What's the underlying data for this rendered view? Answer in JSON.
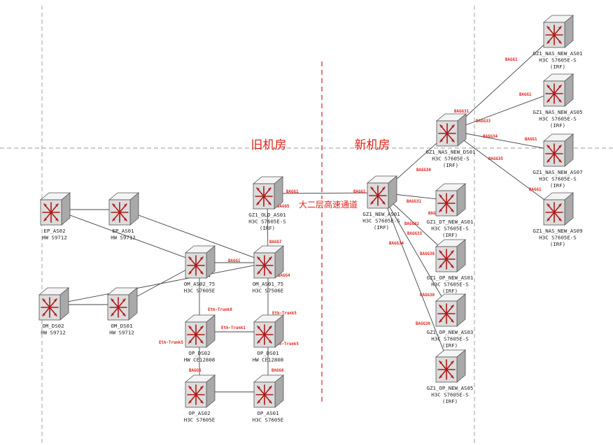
{
  "colors": {
    "accent": "#e0201a",
    "link": "#444444",
    "switch_body": "#dcdcdc",
    "arrow": "#b01818"
  },
  "icons": {
    "switch": "network-switch-icon"
  },
  "rooms": {
    "old": "旧机房",
    "new": "新机房",
    "corridor": "大二层高速通道"
  },
  "nodes": [
    {
      "id": "gz1_nas_new_as01",
      "icon": "network-switch-icon",
      "label": [
        "GZ1_NAS_NEW_AS01",
        "H3C S7605E-S",
        "(IRF)"
      ]
    },
    {
      "id": "gz1_nas_new_as05",
      "icon": "network-switch-icon",
      "label": [
        "GZ1_NAS_NEW_AS05",
        "H3C S7605E-S",
        "(IRF)"
      ]
    },
    {
      "id": "gz1_nas_new_ds01",
      "icon": "network-switch-icon",
      "label": [
        "GZ1_NAS_NEW_DS01",
        "H3C S7605E-S",
        "(IRF)"
      ]
    },
    {
      "id": "gz1_nas_new_as07",
      "icon": "network-switch-icon",
      "label": [
        "GZ1_NAS_NEW_AS07",
        "H3C S7605E-S",
        "(IRF)"
      ]
    },
    {
      "id": "gz1_nas_new_as09",
      "icon": "network-switch-icon",
      "label": [
        "GZ1_NAS_NEW_AS09",
        "H3C S7605E-S",
        "(IRF)"
      ]
    },
    {
      "id": "gz1_old_as01",
      "icon": "network-switch-icon",
      "label": [
        "GZ1_OLD_AS01",
        "H3C S7605E-S",
        "(IRF)"
      ]
    },
    {
      "id": "gz1_new_as01",
      "icon": "network-switch-icon",
      "label": [
        "GZ1_NEW_AS01",
        "H3C S7605E-S",
        "(IRF)"
      ]
    },
    {
      "id": "gz1_dt_new_as01",
      "icon": "network-switch-icon",
      "label": [
        "GZ1_DT_NEW_AS01",
        "H3C S7605E-S",
        "(IRF)"
      ]
    },
    {
      "id": "gz1_op_new_as01",
      "icon": "network-switch-icon",
      "label": [
        "GZ1_OP_NEW_AS01",
        "H3C S7605E-S",
        "(IRF)"
      ]
    },
    {
      "id": "gz1_op_new_as03",
      "icon": "network-switch-icon",
      "label": [
        "GZ1_OP_NEW_AS03",
        "H3C S7605E-S",
        "(IRF)"
      ]
    },
    {
      "id": "gz1_op_new_as05",
      "icon": "network-switch-icon",
      "label": [
        "GZ1_OP_NEW_AS05",
        "H3C S7605E-S",
        "(IRF)"
      ]
    },
    {
      "id": "ep_as02",
      "icon": "network-switch-icon",
      "label": [
        "EP_AS02",
        "HW S9712"
      ]
    },
    {
      "id": "ep_as01",
      "icon": "network-switch-icon",
      "label": [
        "EP_AS01",
        "HW S9712"
      ]
    },
    {
      "id": "om_as02_75",
      "icon": "network-switch-icon",
      "label": [
        "OM_AS02_75",
        "H3C S7605E"
      ]
    },
    {
      "id": "om_as01_75",
      "icon": "network-switch-icon",
      "label": [
        "OM_AS01_75",
        "H3C S7506E"
      ]
    },
    {
      "id": "om_ds02",
      "icon": "network-switch-icon",
      "label": [
        "OM_DS02",
        "HW S9712"
      ]
    },
    {
      "id": "om_ds01",
      "icon": "network-switch-icon",
      "label": [
        "OM_DS01",
        "HW S9712"
      ]
    },
    {
      "id": "op_ds02",
      "icon": "network-switch-icon",
      "label": [
        "OP_DS02",
        "HW CE12808"
      ]
    },
    {
      "id": "op_ds01",
      "icon": "network-switch-icon",
      "label": [
        "OP_DS01",
        "HW CE12808"
      ]
    },
    {
      "id": "op_as02",
      "icon": "network-switch-icon",
      "label": [
        "OP_AS02",
        "H3C S7605E"
      ]
    },
    {
      "id": "op_as01",
      "icon": "network-switch-icon",
      "label": [
        "OP_AS01",
        "H3C S7605E"
      ]
    }
  ],
  "links": [
    {
      "from": "gz1_nas_new_ds01",
      "to": "gz1_nas_new_as01"
    },
    {
      "from": "gz1_nas_new_ds01",
      "to": "gz1_nas_new_as05"
    },
    {
      "from": "gz1_nas_new_ds01",
      "to": "gz1_nas_new_as07"
    },
    {
      "from": "gz1_nas_new_ds01",
      "to": "gz1_nas_new_as09"
    },
    {
      "from": "gz1_new_as01",
      "to": "gz1_nas_new_ds01"
    },
    {
      "from": "gz1_old_as01",
      "to": "gz1_new_as01"
    },
    {
      "from": "gz1_new_as01",
      "to": "gz1_dt_new_as01"
    },
    {
      "from": "gz1_new_as01",
      "to": "gz1_op_new_as01"
    },
    {
      "from": "gz1_new_as01",
      "to": "gz1_op_new_as03"
    },
    {
      "from": "gz1_new_as01",
      "to": "gz1_op_new_as05"
    },
    {
      "from": "ep_as02",
      "to": "ep_as01"
    },
    {
      "from": "ep_as02",
      "to": "om_as02_75"
    },
    {
      "from": "ep_as01",
      "to": "om_as01_75"
    },
    {
      "from": "om_as02_75",
      "to": "om_as01_75"
    },
    {
      "from": "gz1_old_as01",
      "to": "om_as01_75"
    },
    {
      "from": "om_ds02",
      "to": "om_ds01"
    },
    {
      "from": "om_ds02",
      "to": "om_as01_75"
    },
    {
      "from": "om_ds01",
      "to": "om_as02_75"
    },
    {
      "from": "om_as02_75",
      "to": "op_ds02"
    },
    {
      "from": "om_as01_75",
      "to": "op_ds01"
    },
    {
      "from": "op_ds02",
      "to": "op_ds01"
    },
    {
      "from": "op_ds02",
      "to": "op_as02"
    },
    {
      "from": "op_ds01",
      "to": "op_as01"
    },
    {
      "from": "op_as02",
      "to": "op_as01"
    }
  ],
  "link_labels": [
    "BAGG1",
    "BAGG31",
    "BAGG1",
    "BAGG33",
    "BAGG1",
    "BAGG34",
    "BAGG35",
    "BAGG1",
    "BAGG30",
    "BAGG1",
    "BAGG1",
    "BAGG31",
    "BAGG30",
    "BAGG32",
    "BAGG33",
    "BAGG34",
    "BAGG30",
    "BAGG30",
    "BAGG30",
    "BAGG5",
    "BAGG7",
    "BAGG1",
    "BAGG4",
    "BAGG4",
    "Eth-Trunk8",
    "Eth-Trunk5",
    "Eth-Trunk1",
    "Eth-Trunk5",
    "Eth-Trunk5",
    "BAGG6",
    "BAGG6"
  ]
}
